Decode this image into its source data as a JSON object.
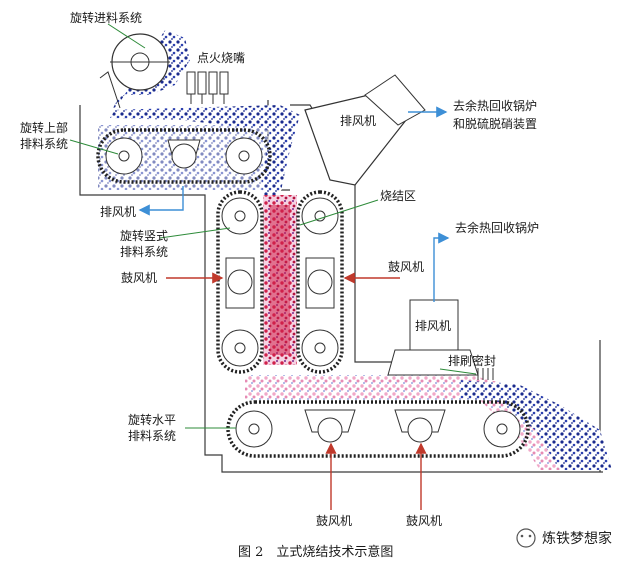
{
  "labels": {
    "rotary_feed_system": "旋转进料系统",
    "ignition_burner": "点火烧嘴",
    "rotary_upper_discharge_1": "旋转上部",
    "rotary_upper_discharge_2": "排料系统",
    "exhaust_fan_top": "排风机",
    "to_boiler_desulf_1": "去余热回收锅炉",
    "to_boiler_desulf_2": "和脱硫脱硝装置",
    "exhaust_fan_left": "排风机",
    "sintering_zone": "烧结区",
    "rotary_vertical_discharge_1": "旋转竖式",
    "rotary_vertical_discharge_2": "排料系统",
    "to_boiler": "去余热回收锅炉",
    "blower_left": "鼓风机",
    "blower_right": "鼓风机",
    "exhaust_fan_lower": "排风机",
    "brush_seal": "排刷密封",
    "rotary_horizontal_discharge_1": "旋转水平",
    "rotary_horizontal_discharge_2": "排料系统",
    "blower_bottom_1": "鼓风机",
    "blower_bottom_2": "鼓风机"
  },
  "caption": "图 2　立式烧结技术示意图",
  "watermark": "炼铁梦想家",
  "colors": {
    "outline": "#3a3a3a",
    "leader_green": "#2e8b3a",
    "arrow_blue": "#3d8fd6",
    "arrow_red": "#c0392b",
    "material_blue": "#1a2a8c",
    "sinter_red": "#d0204a",
    "sinter_pink": "#f0a8c8"
  }
}
